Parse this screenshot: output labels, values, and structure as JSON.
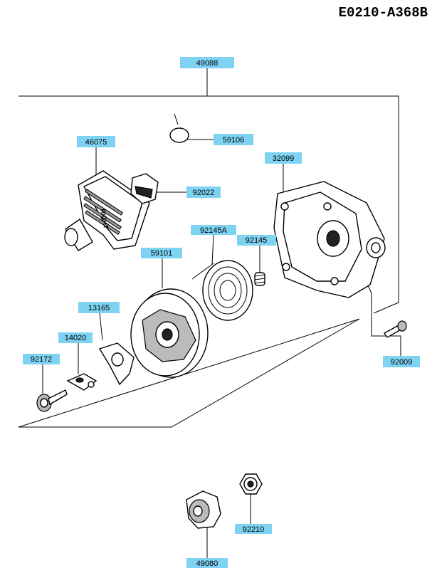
{
  "diagram_code": "E0210-A368B",
  "parts": {
    "p49088": "49088",
    "p46075": "46075",
    "p59106": "59106",
    "p92022": "92022",
    "p32099": "32099",
    "p92145A": "92145A",
    "p92145": "92145",
    "p59101": "59101",
    "p13165": "13165",
    "p14020": "14020",
    "p92172": "92172",
    "p92009": "92009",
    "p92210": "92210",
    "p49080": "49080"
  },
  "handle_marking": "RIGHT",
  "colors": {
    "label_fill": "#7fd3f2",
    "line": "#000000"
  }
}
